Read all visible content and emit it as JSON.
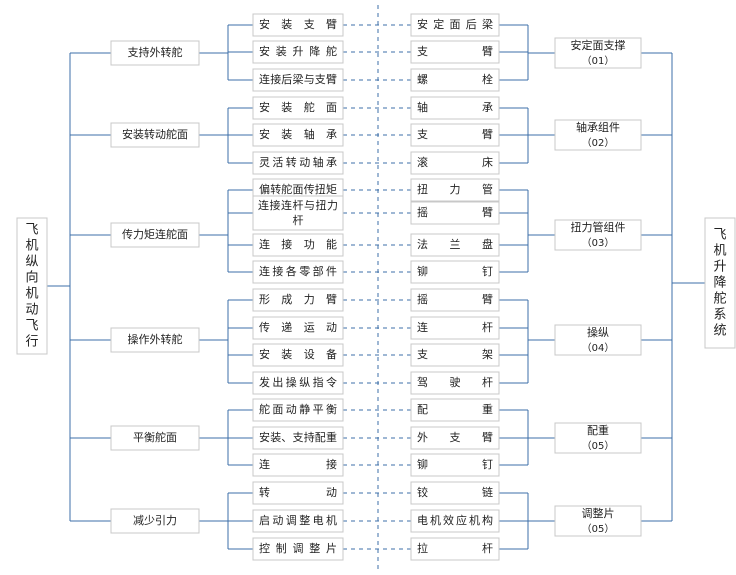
{
  "diagram": {
    "left_root": "飞机纵向机动飞行",
    "right_root": "飞机升降舵系统",
    "left_groups": [
      {
        "label": "支持外转舵",
        "items": [
          "安装支臂",
          "安装升降舵",
          "连接后梁与支臂"
        ]
      },
      {
        "label": "安装转动舵面",
        "items": [
          "安装舵面",
          "安装轴承",
          "灵活转动轴承"
        ]
      },
      {
        "label": "传力矩连舵面",
        "items": [
          "偏转舵面传扭矩",
          "连接连杆与扭力杆",
          "连接功能",
          "连接各零部件"
        ]
      },
      {
        "label": "操作外转舵",
        "items": [
          "形成力臂",
          "传递运动",
          "安装设备",
          "发出操纵指令"
        ]
      },
      {
        "label": "平衡舵面",
        "items": [
          "舵面动静平衡",
          "安装、支持配重",
          "连接"
        ]
      },
      {
        "label": "减少引力",
        "items": [
          "转动",
          "启动调整电机",
          "控制调整片"
        ]
      }
    ],
    "right_groups": [
      {
        "name": "安定面支撑",
        "code": "（01）",
        "items": [
          "安定面后梁",
          "支臂",
          "螺栓"
        ]
      },
      {
        "name": "轴承组件",
        "code": "（02）",
        "items": [
          "轴承",
          "支臂",
          "滚床"
        ]
      },
      {
        "name": "扭力管组件",
        "code": "（03）",
        "items": [
          "扭力管",
          "摇臂",
          "法兰盘",
          "铆钉"
        ]
      },
      {
        "name": "操纵",
        "code": "（04）",
        "items": [
          "摇臂",
          "连杆",
          "支架",
          "驾驶杆"
        ]
      },
      {
        "name": "配重",
        "code": "（05）",
        "items": [
          "配重",
          "外支臂",
          "铆钉"
        ]
      },
      {
        "name": "调整片",
        "code": "（05）",
        "items": [
          "铰链",
          "电机效应机构",
          "拉杆"
        ]
      }
    ]
  }
}
